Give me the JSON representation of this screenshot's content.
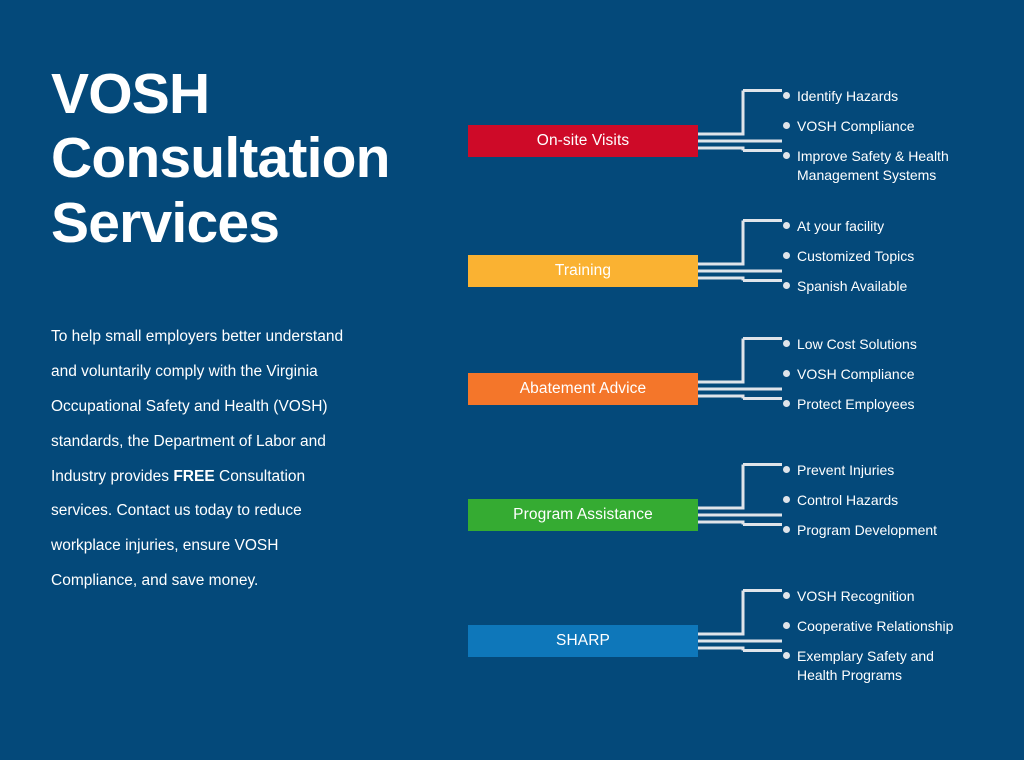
{
  "poster": {
    "background_color": "#04497a",
    "title": "VOSH Consultation Services",
    "body_before_free": "To help small employers better understand and voluntarily comply with the Virginia Occupational Safety and Health (VOSH) standards, the Department of Labor and Industry provides ",
    "body_emphasis": "FREE",
    "body_after_free": " Consultation services. Contact us today to reduce workplace injuries, ensure VOSH Compliance, and save money."
  },
  "groups": [
    {
      "name": "on-site-visits",
      "label": "On-site Visits",
      "color": "#ce0a28",
      "items": [
        "Identify Hazards",
        "VOSH Compliance",
        "Improve Safety & Health\nManagement Systems"
      ]
    },
    {
      "name": "training",
      "label": "Training",
      "color": "#fab232",
      "items": [
        "At your facility",
        "Customized Topics",
        "Spanish Available"
      ]
    },
    {
      "name": "abatement-advice",
      "label": "Abatement Advice",
      "color": "#f4762a",
      "items": [
        "Low Cost Solutions",
        "VOSH Compliance",
        "Protect Employees"
      ]
    },
    {
      "name": "program-assistance",
      "label": "Program Assistance",
      "color": "#35ab32",
      "items": [
        "Prevent Injuries",
        "Control Hazards",
        "Program Development"
      ]
    },
    {
      "name": "sharp",
      "label": "SHARP",
      "color": "#0e77ba",
      "items": [
        "VOSH Recognition",
        "Cooperative Relationship",
        "Exemplary Safety and\nHealth Programs"
      ]
    }
  ],
  "connector": {
    "line_color": "#dfe4ea"
  }
}
